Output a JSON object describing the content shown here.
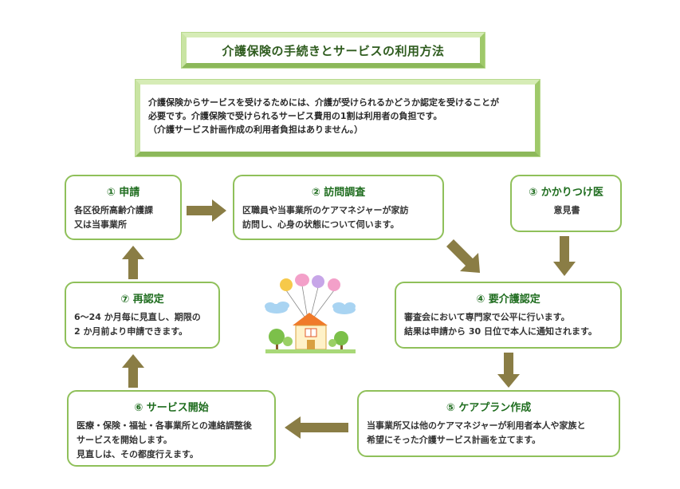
{
  "title": "介護保険の手続きとサービスの利用方法",
  "intro": {
    "lines": [
      "介護保険からサービスを受けるためには、介護が受けられるかどうか認定を受けることが",
      "必要です。介護保険で受けられるサービス費用の1割は利用者の負担です。",
      "（介護サービス計画作成の利用者負担はありません。）"
    ]
  },
  "steps": [
    {
      "title": "① 申請",
      "lines": [
        "各区役所高齢介護課",
        "又は当事業所"
      ]
    },
    {
      "title": "② 訪問調査",
      "lines": [
        "区職員や当事業所のケアマネジャーが家訪",
        "訪問し、心身の状態について伺います。"
      ]
    },
    {
      "title": "③ かかりつけ医",
      "lines": [
        "意見書"
      ]
    },
    {
      "title": "④ 要介護認定",
      "lines": [
        "審査会において専門家で公平に行います。",
        "結果は申請から 30 日位で本人に通知されます。"
      ]
    },
    {
      "title": "⑤ ケアプラン作成",
      "lines": [
        "当事業所又は他のケアマネジャーが利用者本人や家族と",
        "希望にそった介護サービス計画を立てます。"
      ]
    },
    {
      "title": "⑥ サービス開始",
      "lines": [
        "医療・保険・福祉・各事業所との連絡調整後",
        "サービスを開始します。",
        "見直しは、その都度行えます。"
      ]
    },
    {
      "title": "⑦ 再認定",
      "lines": [
        "6～24 か月毎に見直し、期限の",
        "2 か月前より申請できます。"
      ]
    }
  ],
  "colors": {
    "box_border": "#8fc05a",
    "step_title": "#1f6d1f",
    "arrow": "#8a7d45",
    "title_text": "#2f5c1f"
  }
}
